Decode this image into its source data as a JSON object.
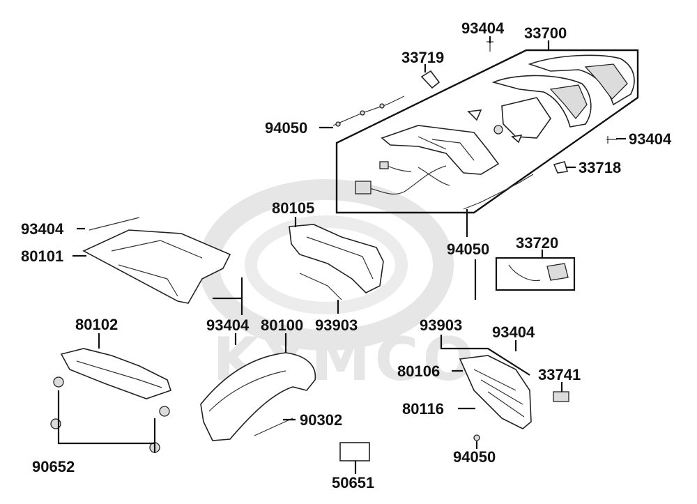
{
  "watermark": {
    "text": "KYMCO",
    "color": "#e6e6e6"
  },
  "parts": [
    {
      "id": "p-93404-top",
      "number": "93404"
    },
    {
      "id": "p-33700",
      "number": "33700"
    },
    {
      "id": "p-33719",
      "number": "33719"
    },
    {
      "id": "p-94050-a",
      "number": "94050"
    },
    {
      "id": "p-93404-right",
      "number": "93404"
    },
    {
      "id": "p-33718",
      "number": "33718"
    },
    {
      "id": "p-93404-left",
      "number": "93404"
    },
    {
      "id": "p-80101",
      "number": "80101"
    },
    {
      "id": "p-80105",
      "number": "80105"
    },
    {
      "id": "p-94050-b",
      "number": "94050"
    },
    {
      "id": "p-33720",
      "number": "33720"
    },
    {
      "id": "p-80102",
      "number": "80102"
    },
    {
      "id": "p-93404-mid",
      "number": "93404"
    },
    {
      "id": "p-80100",
      "number": "80100"
    },
    {
      "id": "p-93903-a",
      "number": "93903"
    },
    {
      "id": "p-93903-b",
      "number": "93903"
    },
    {
      "id": "p-93404-br",
      "number": "93404"
    },
    {
      "id": "p-80106",
      "number": "80106"
    },
    {
      "id": "p-33741",
      "number": "33741"
    },
    {
      "id": "p-80116",
      "number": "80116"
    },
    {
      "id": "p-90302",
      "number": "90302"
    },
    {
      "id": "p-90652",
      "number": "90652"
    },
    {
      "id": "p-94050-c",
      "number": "94050"
    },
    {
      "id": "p-50651",
      "number": "50651"
    }
  ]
}
